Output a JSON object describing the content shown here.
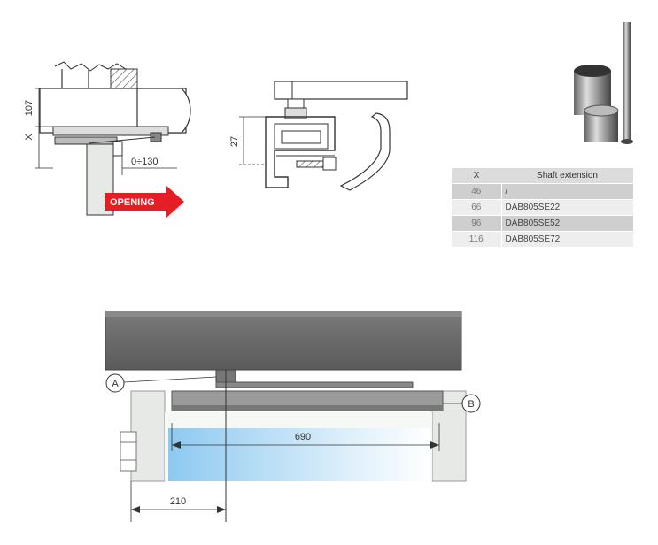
{
  "top_left": {
    "dim_107": "107",
    "dim_x": "X",
    "dim_range": "0÷130",
    "opening_label": "OPENING"
  },
  "profile": {
    "dim_27": "27"
  },
  "table": {
    "headers": [
      "X",
      "Shaft extension"
    ],
    "rows": [
      {
        "x": "46",
        "ext": "/"
      },
      {
        "x": "66",
        "ext": "DAB805SE22"
      },
      {
        "x": "96",
        "ext": "DAB805SE52"
      },
      {
        "x": "116",
        "ext": "DAB805SE72"
      }
    ]
  },
  "bottom": {
    "label_a": "A",
    "label_b": "B",
    "dim_690": "690",
    "dim_210": "210"
  },
  "colors": {
    "opening_arrow": "#e31e24",
    "closer_body": "#6b6b6b",
    "frame_fill": "#e6e9e6",
    "light_blue": "#9fd0f0"
  }
}
